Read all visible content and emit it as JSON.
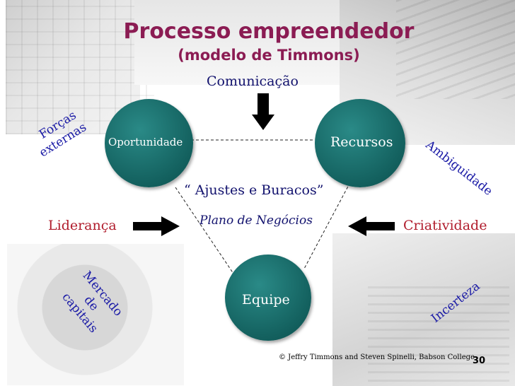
{
  "title": "Processo empreendedor",
  "subtitle": "(modelo de Timmons)",
  "nodes": {
    "oportunidade": "Oportunidade",
    "recursos": "Recursos",
    "equipe": "Equipe"
  },
  "forces": {
    "comunicacao": "Comunicação",
    "forcas_line1": "Forças",
    "forcas_line2": "externas",
    "ambiguidade": "Ambiguidade",
    "lideranca": "Liderança",
    "criatividade": "Criatividade",
    "mercado_line1": "Mercado",
    "mercado_line2": "de",
    "mercado_line3": "capitais",
    "incerteza": "Incerteza"
  },
  "center": {
    "ajustes": "“ Ajustes e Buracos”",
    "plano": "Plano de Negócios"
  },
  "footer": {
    "copyright": "© Jeffry Timmons and Steven Spinelli, Babson College",
    "slide_number": "30"
  },
  "colors": {
    "title": "#8b1c53",
    "circle": "#13605e",
    "blue_text": "#1a1aa6",
    "red_text": "#b01c2c"
  }
}
